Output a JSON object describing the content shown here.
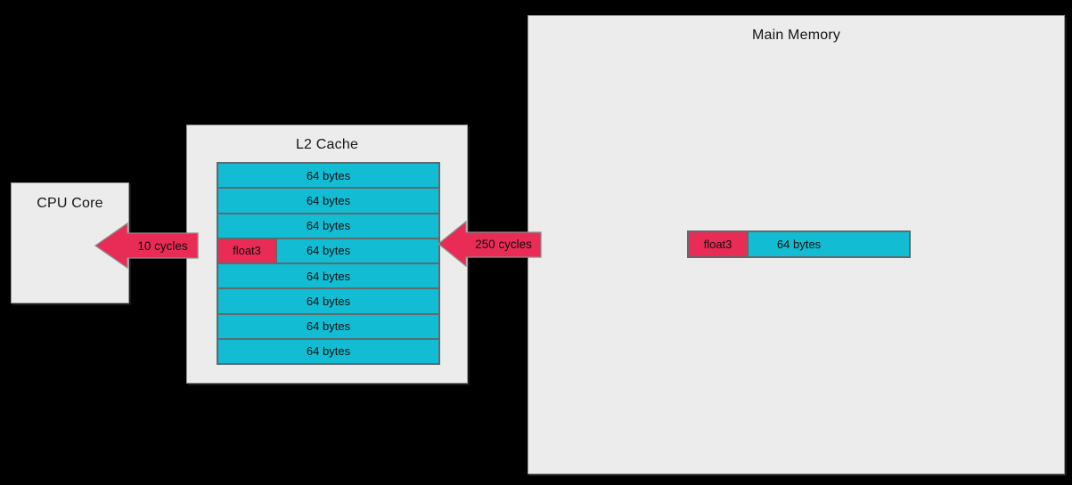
{
  "diagram": {
    "colors": {
      "background": "#000000",
      "panel": "#ececec",
      "cyan": "#12bcd2",
      "pink": "#e92c56"
    },
    "cpu": {
      "title": "CPU Core"
    },
    "l2": {
      "title": "L2 Cache",
      "rows": [
        {
          "label": "64 bytes",
          "tag": ""
        },
        {
          "label": "64 bytes",
          "tag": ""
        },
        {
          "label": "64 bytes",
          "tag": ""
        },
        {
          "label": "64 bytes",
          "tag": "float3"
        },
        {
          "label": "64 bytes",
          "tag": ""
        },
        {
          "label": "64 bytes",
          "tag": ""
        },
        {
          "label": "64 bytes",
          "tag": ""
        },
        {
          "label": "64 bytes",
          "tag": ""
        }
      ]
    },
    "memory": {
      "title": "Main Memory",
      "block": {
        "tag": "float3",
        "label": "64 bytes"
      }
    },
    "arrows": {
      "l2_to_cpu": {
        "label": "10 cycles"
      },
      "mem_to_l2": {
        "label": "250 cycles"
      }
    }
  }
}
